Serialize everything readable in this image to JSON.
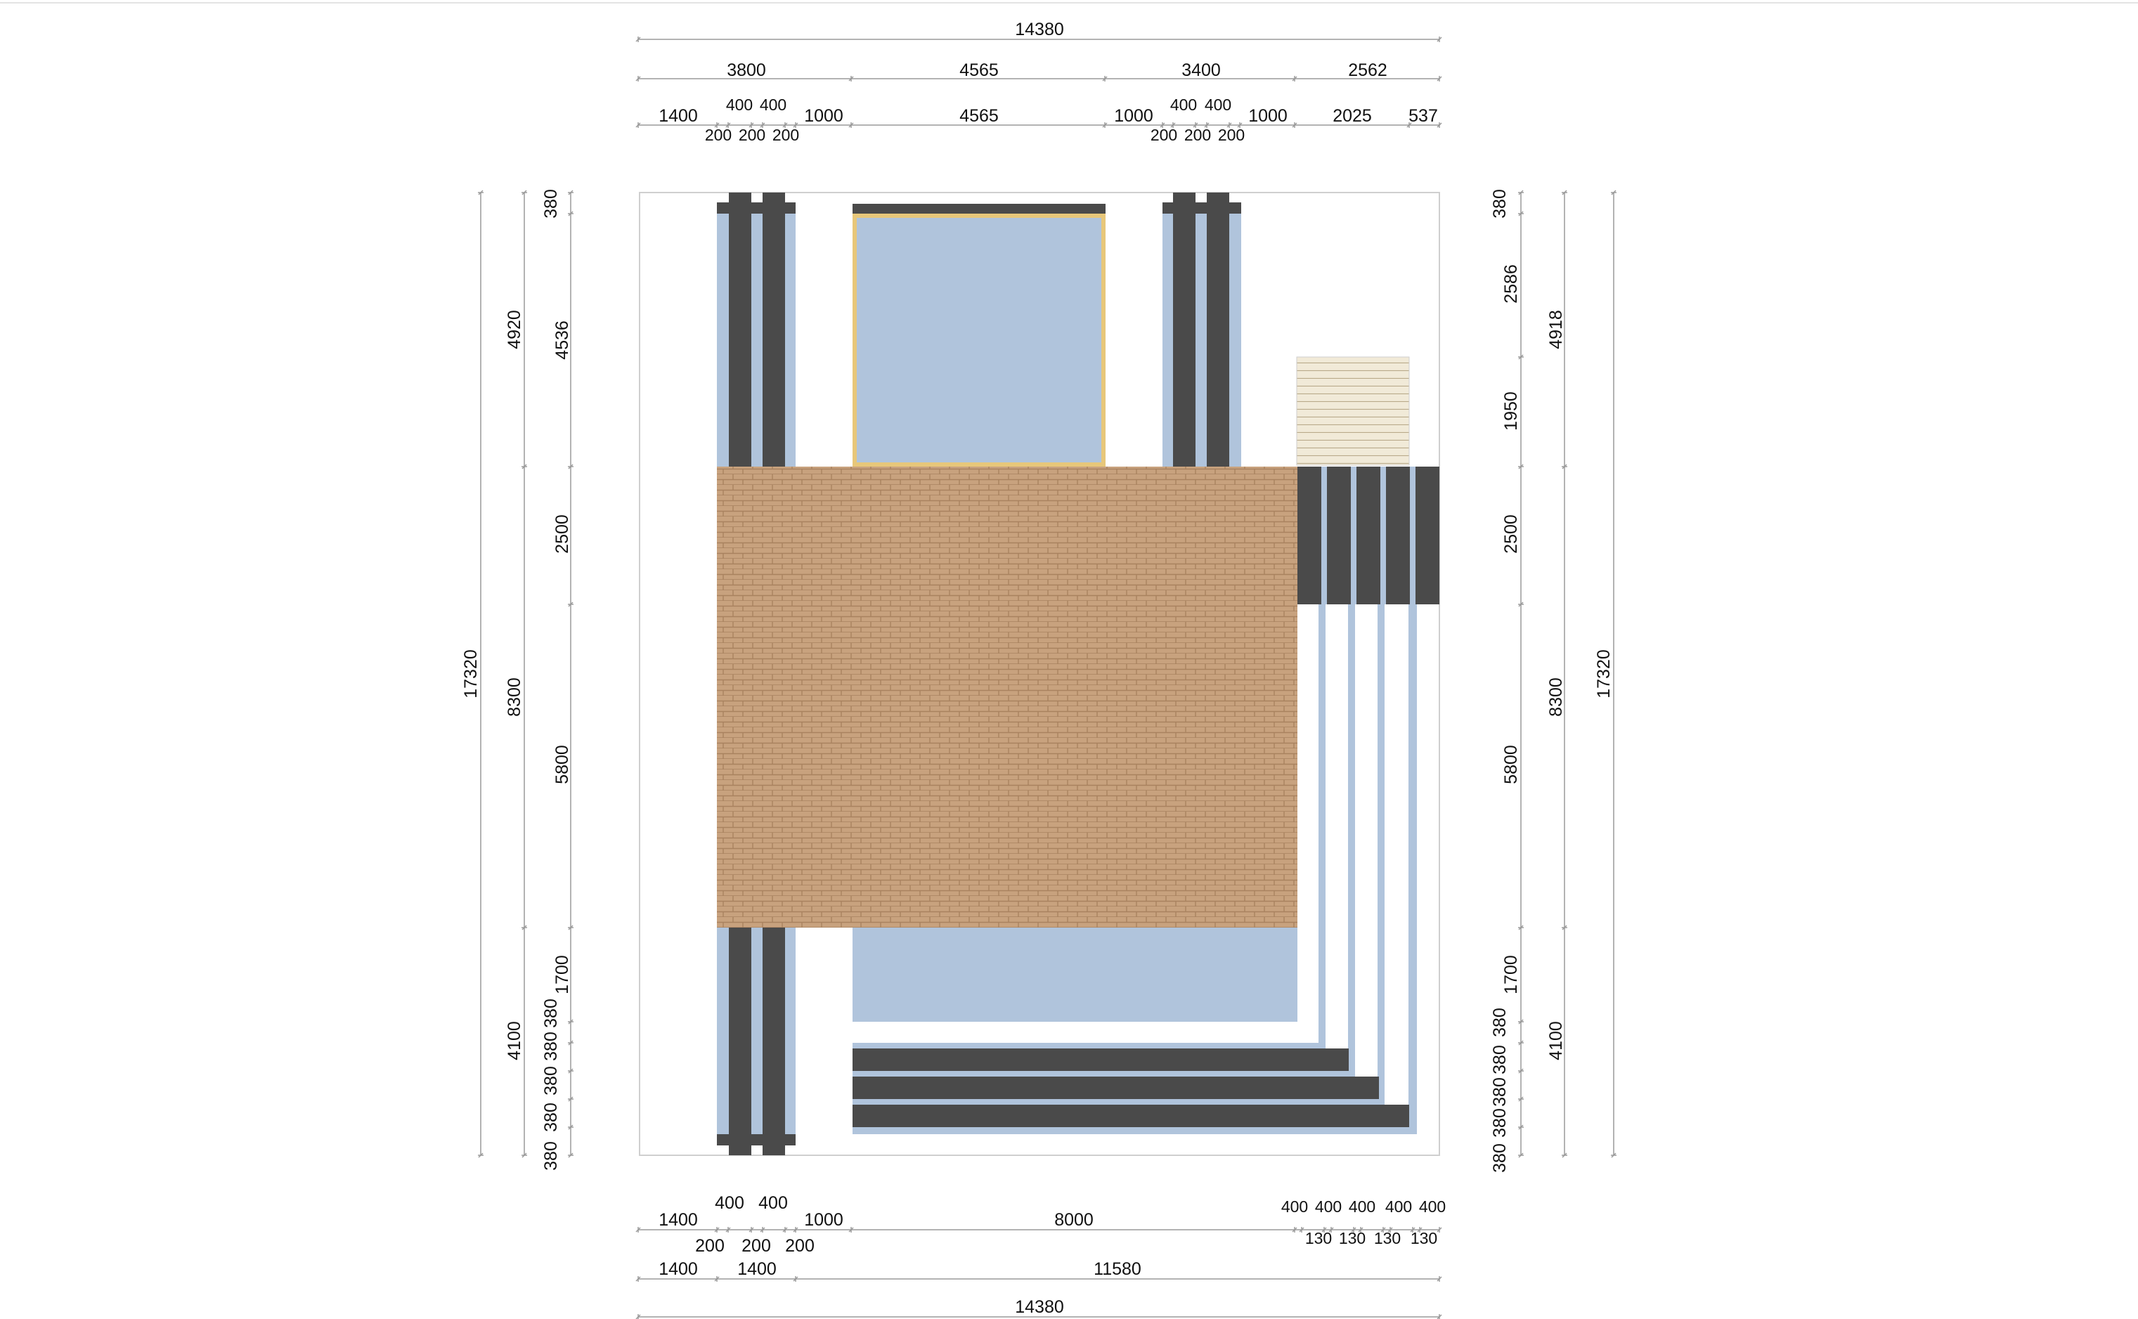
{
  "colors": {
    "dark": "#4a4a4a",
    "water": "#b0c4dc",
    "paving": "#c8a27e",
    "paving_line": "#a9825f",
    "deck": "#f1ead8",
    "deck_line": "#b9a98a",
    "pool_border": "#e7c77a",
    "outline": "#cfcfcf",
    "dim": "#9a9a9a"
  },
  "dimensions": {
    "top_total": "14380",
    "top_row1": [
      "3800",
      "4565",
      "3400",
      "2562"
    ],
    "top_row2": [
      "1400",
      "400",
      "400",
      "1000",
      "4565",
      "1000",
      "400",
      "400",
      "1000",
      "2025",
      "537"
    ],
    "top_row3": [
      "200",
      "200",
      "200",
      "200",
      "200",
      "200"
    ],
    "bottom_row1": [
      "1400",
      "400",
      "400",
      "1000",
      "8000",
      "400",
      "400",
      "400",
      "400",
      "400"
    ],
    "bottom_row2": [
      "200",
      "200",
      "200",
      "130",
      "130",
      "130",
      "130"
    ],
    "bottom_row3": [
      "1400",
      "1400",
      "11580"
    ],
    "bottom_total": "14380",
    "left_outer": "17320",
    "left_mid": [
      "4920",
      "8300",
      "4100"
    ],
    "left_inner": [
      "380",
      "4536",
      "2500",
      "5800",
      "1700",
      "380",
      "380",
      "380",
      "380",
      "380"
    ],
    "right_inner": [
      "380",
      "2586",
      "1950",
      "2500",
      "5800",
      "1700",
      "380",
      "380",
      "380",
      "380",
      "380"
    ],
    "right_mid": [
      "4918",
      "8300",
      "4100"
    ],
    "right_outer": "17320"
  }
}
